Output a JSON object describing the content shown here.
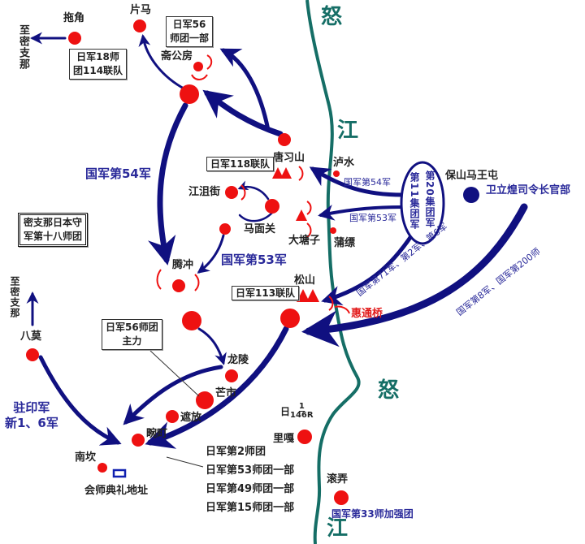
{
  "river": {
    "name_top": [
      "怒",
      "江"
    ],
    "name_bottom": [
      "怒",
      "江"
    ]
  },
  "places": {
    "tuojiao": "拖角",
    "pianma": "片马",
    "zhaigongfang": "斋公房",
    "tangxishan": "唐习山",
    "jiangjujie": "江沮街",
    "mamianguan": "马面关",
    "tengchong": "腾冲",
    "datangzi": "大塘子",
    "lushui": "泸水",
    "pupiao": "蒲缥",
    "baoshan": "保山马王屯",
    "songshan": "松山",
    "huitongqiao": "惠通桥",
    "bamo": "八莫",
    "longling": "龙陵",
    "mangshi": "芒市",
    "zhefang": "遮放",
    "wanting": "畹町",
    "nankan": "南坎",
    "ceremony": "会师典礼地址",
    "liga": "里嘎",
    "gunnong": "滚弄",
    "to_myitkyina_1": "至密支那",
    "to_myitkyina_2": "至密支那"
  },
  "japanese_units": {
    "div18_114": [
      "日军18师",
      "团114联队"
    ],
    "div56_part": [
      "日军56",
      "师团一部"
    ],
    "reg118": "日军118联队",
    "myitkyina_garrison": [
      "密支那日本守",
      "军第十八师团"
    ],
    "reg113": "日军113联队",
    "div56_main": [
      "日军56师团",
      "主力"
    ],
    "liga_unit": {
      "prefix": "日",
      "num": "1",
      "den": "146R"
    },
    "southern_units": [
      "日军第2师团",
      "日军第53师团一部",
      "日军第49师团一部",
      "日军第15师团一部"
    ]
  },
  "chinese_units": {
    "army54": "国军第54军",
    "army53": "国军第53军",
    "army54_small": "国军第54军",
    "army53_small": "国军第53军",
    "group_armies": [
      "第20集团军",
      "第11集团军"
    ],
    "hq": "卫立煌司令长官部",
    "armies_71_2_6": "国军第71军、第2军、第6军",
    "armies_8_200": "国军第8军、国军第200师",
    "india_army": [
      "驻印军",
      "新1、6军"
    ],
    "div33": "国军第33师加强团"
  },
  "colors": {
    "japanese": "#ee1111",
    "chinese": "#101080",
    "river": "#156e66"
  }
}
